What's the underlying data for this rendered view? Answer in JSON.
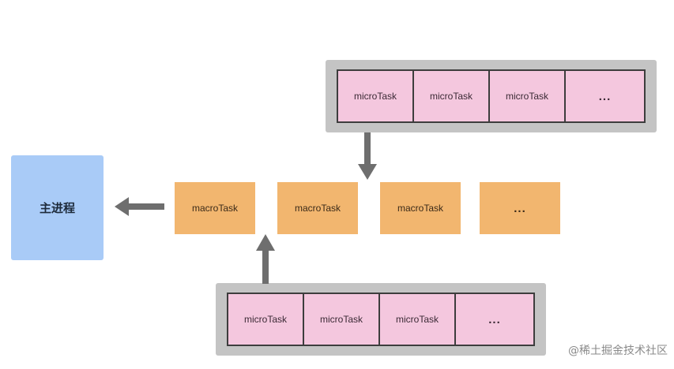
{
  "main_process": {
    "label": "主进程"
  },
  "macro_tasks": [
    {
      "label": "macroTask"
    },
    {
      "label": "macroTask"
    },
    {
      "label": "macroTask"
    },
    {
      "label": "..."
    }
  ],
  "micro_queue_top": [
    {
      "label": "microTask"
    },
    {
      "label": "microTask"
    },
    {
      "label": "microTask"
    },
    {
      "label": "..."
    }
  ],
  "micro_queue_bottom": [
    {
      "label": "microTask"
    },
    {
      "label": "microTask"
    },
    {
      "label": "microTask"
    },
    {
      "label": "..."
    }
  ],
  "watermark": {
    "text": "@稀土掘金技术社区"
  },
  "colors": {
    "main_process": "#a9cbf7",
    "macro_task": "#f2b66f",
    "micro_task": "#f4c7de",
    "queue_frame": "#c4c4c4",
    "arrow": "#6e6e6e"
  }
}
